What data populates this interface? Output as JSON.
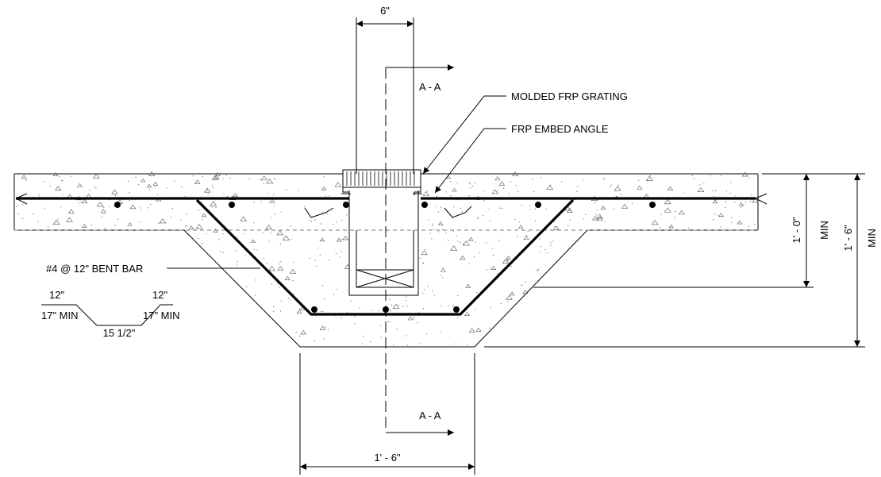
{
  "drawing": {
    "labels": {
      "width_6in": "6\"",
      "section_top": "A - A",
      "section_bottom": "A - A",
      "molded_frp_grating": "MOLDED FRP GRATING",
      "frp_embed_angle": "FRP EMBED ANGLE",
      "bent_bar": "#4 @ 12\" BENT BAR",
      "bend_12_left": "12\"",
      "bend_12_right": "12\"",
      "bend_17_left": "17\" MIN",
      "bend_17_right": "17\" MIN",
      "bend_15_half": "15 1/2\"",
      "dim_1ft0": "1' - 0\"",
      "dim_1ft0_min": "MIN",
      "dim_1ft6": "1' - 6\"",
      "dim_1ft6_min": "MIN",
      "dim_bottom": "1' - 6\""
    }
  }
}
